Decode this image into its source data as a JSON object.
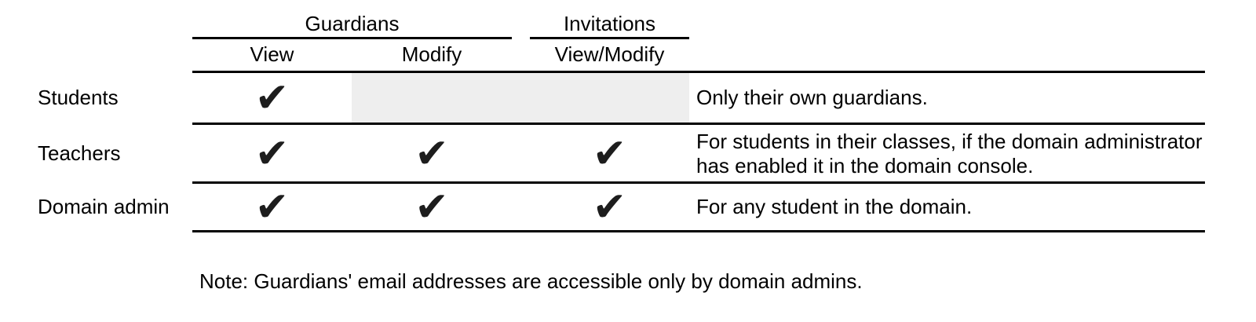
{
  "colors": {
    "background": "#ffffff",
    "grid_line": "#000000",
    "text": "#000000",
    "check": "#1d1d1d",
    "unavailable_cell": "#eeeeee"
  },
  "check_icon": "✔",
  "table": {
    "groups": [
      {
        "label": "Guardians",
        "columns": [
          "View",
          "Modify"
        ]
      },
      {
        "label": "Invitations",
        "columns": [
          "View/Modify"
        ]
      }
    ],
    "columns": [
      {
        "label": "View"
      },
      {
        "label": "Modify"
      },
      {
        "label": "View/Modify"
      }
    ],
    "rows": [
      {
        "label": "Students",
        "checks": {
          "view": "✔",
          "modify": "",
          "view_modify": ""
        },
        "unavailable": [
          "Modify",
          "View/Modify"
        ],
        "note": "Only their own guardians."
      },
      {
        "label": "Teachers",
        "checks": {
          "view": "✔",
          "modify": "✔",
          "view_modify": "✔"
        },
        "unavailable": [],
        "note": "For students in their classes, if the domain administrator has enabled it in the domain console."
      },
      {
        "label": "Domain admin",
        "checks": {
          "view": "✔",
          "modify": "✔",
          "view_modify": "✔"
        },
        "unavailable": [],
        "note": "For any student in the domain."
      }
    ]
  },
  "footnote": "Note: Guardians' email addresses are accessible only by domain admins."
}
